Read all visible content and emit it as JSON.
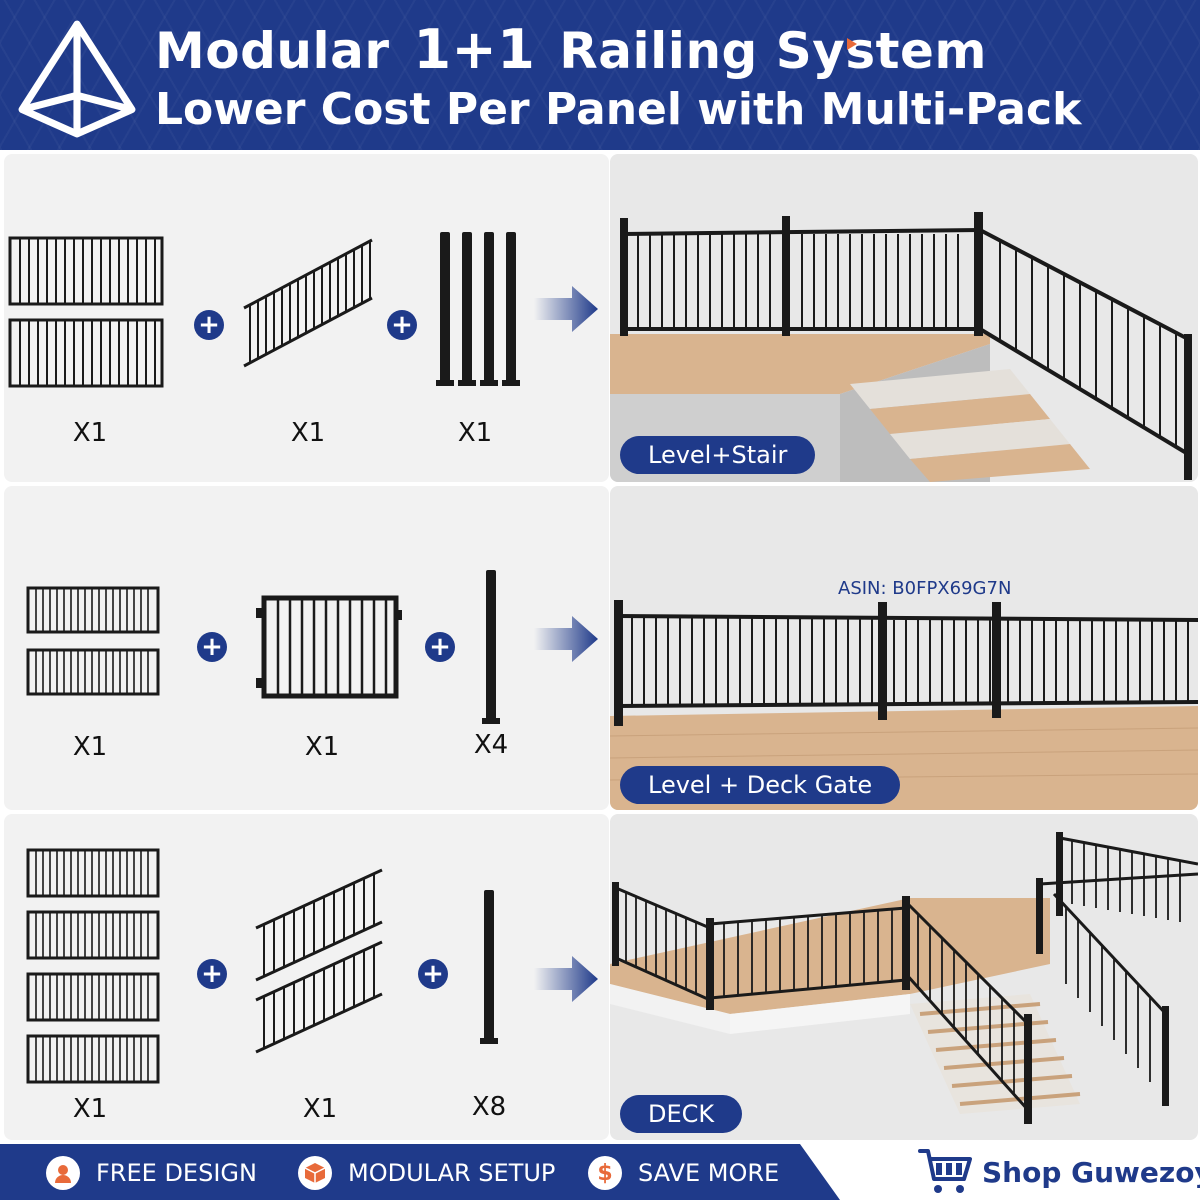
{
  "header": {
    "title_pre": "Modular",
    "title_highlight": "1+1",
    "title_post": "Railing System",
    "subtitle": "Lower Cost Per Panel with Multi-Pack"
  },
  "rows": [
    {
      "qty1": "X1",
      "qty2": "X1",
      "qty3": "X1",
      "scene_label": "Level+Stair"
    },
    {
      "qty1": "X1",
      "qty2": "X1",
      "qty3": "X4",
      "scene_label": "Level + Deck Gate",
      "asin": "ASIN: B0FPX69G7N"
    },
    {
      "qty1": "X1",
      "qty2": "X1",
      "qty3": "X8",
      "scene_label": "DECK"
    }
  ],
  "footer": {
    "features": [
      {
        "label": "FREE DESIGN",
        "icon": "designer-icon"
      },
      {
        "label": "MODULAR SETUP",
        "icon": "cube-icon"
      },
      {
        "label": "SAVE MORE",
        "icon": "dollar-icon"
      }
    ],
    "shop_label": "Shop Guwezoy"
  },
  "colors": {
    "brand_navy": "#1f3a8a",
    "accent_orange": "#e86a3a",
    "rail_black": "#1a1a1a",
    "deck_wood": "#d9b48f"
  }
}
